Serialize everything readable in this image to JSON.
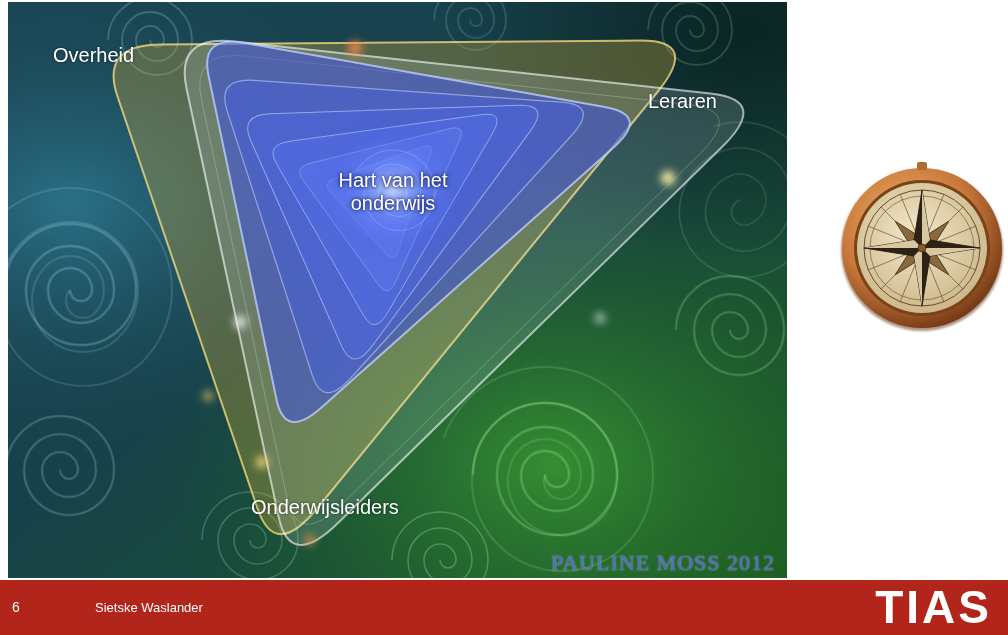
{
  "diagram": {
    "nodes": [
      {
        "text": [
          "Hart van het onderwijs"
        ]
      }
    ],
    "labels": [
      "Overheid",
      "Leraren",
      "Onderwijsleiders",
      "PAULINE MOSS 2012",
      "6",
      "Sietske Waslander",
      "TIAS"
    ]
  }
}
